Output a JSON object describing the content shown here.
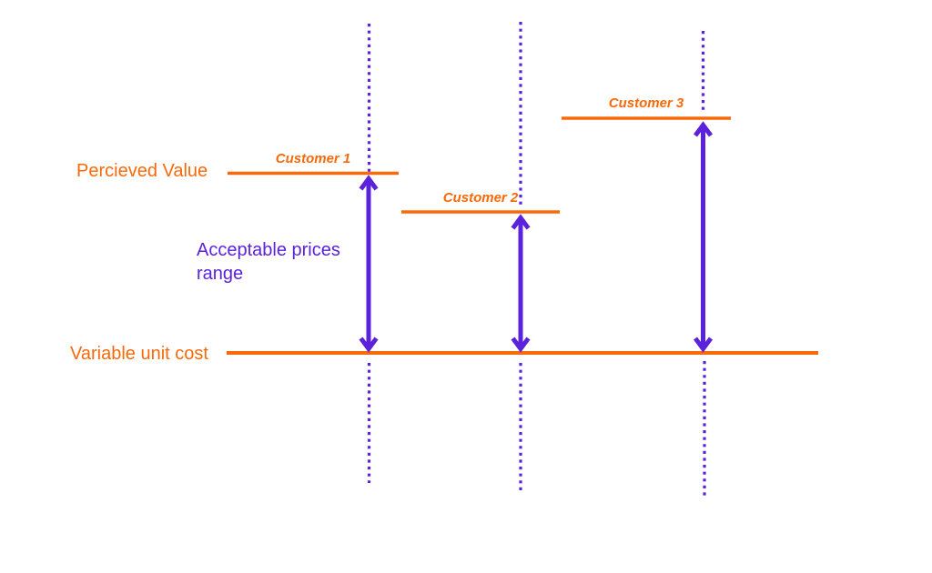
{
  "colors": {
    "orange": "#F8690A",
    "purple": "#5B21DB"
  },
  "labels": {
    "perceived_value": "Percieved Value",
    "acceptable_prices_range": "Acceptable prices range",
    "variable_unit_cost": "Variable unit cost"
  },
  "customers": [
    {
      "label": "Customer 1"
    },
    {
      "label": "Customer 2"
    },
    {
      "label": "Customer 3"
    }
  ]
}
